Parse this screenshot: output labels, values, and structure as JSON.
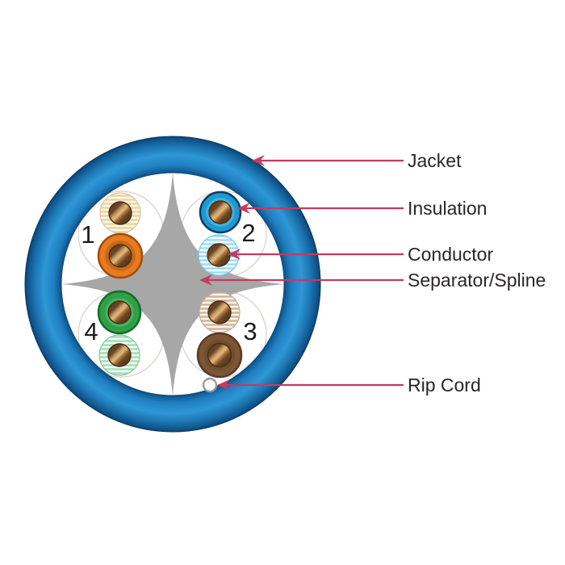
{
  "figure": {
    "kind": "utp-cable-cross-section",
    "pairs": [
      {
        "number": "1",
        "position": "top-left",
        "top_wire": "white-orange-striped",
        "bottom_wire": "orange-solid"
      },
      {
        "number": "2",
        "position": "top-right",
        "top_wire": "blue-solid",
        "bottom_wire": "white-blue-striped"
      },
      {
        "number": "3",
        "position": "bottom-right",
        "top_wire": "white-brown-striped",
        "bottom_wire": "brown-solid"
      },
      {
        "number": "4",
        "position": "bottom-left",
        "top_wire": "green-solid",
        "bottom_wire": "white-green-striped"
      }
    ],
    "callouts": [
      {
        "label": "Jacket"
      },
      {
        "label": "Insulation"
      },
      {
        "label": "Conductor"
      },
      {
        "label": "Separator/Spline"
      },
      {
        "label": "Rip Cord"
      }
    ],
    "colors": {
      "jacket_blue": "#1f7fc0",
      "jacket_edge_navy": "#0a3a63",
      "spline_gray": "#a7a7a7",
      "callout_line_red": "#c73a5e",
      "label_text": "#2a2627",
      "conductor_copper": "#8a5a2b",
      "pair1_solid": "#e87a1f",
      "pair1_stripe": "#ecd3a0",
      "pair2_solid": "#1b9ad2",
      "pair2_stripe": "#9adcf2",
      "pair3_solid": "#7b5634",
      "pair3_stripe": "#cdb499",
      "pair4_solid": "#2fa047",
      "pair4_stripe": "#a4dcb6",
      "rip_cord_ring": "#9a9a9a"
    }
  }
}
